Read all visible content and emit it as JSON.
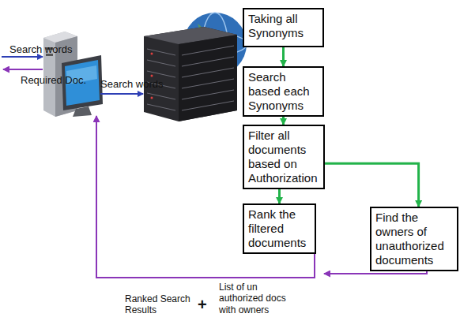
{
  "diagram": {
    "nodes": [
      {
        "text": [
          "Taking all Synonyms"
        ]
      },
      {
        "text": [
          "Search based each Synonyms"
        ]
      },
      {
        "text": [
          "Filter all documents based on Authorization"
        ]
      },
      {
        "text": [
          "Find the owners of unauthorized documents"
        ]
      },
      {
        "text": [
          "Rank the filtered documents"
        ]
      }
    ],
    "edges": [
      {
        "from": 0,
        "to": 1,
        "arrow": "to"
      },
      {
        "from": 1,
        "to": 2,
        "arrow": "to"
      },
      {
        "from": 2,
        "to": 3,
        "arrow": "to"
      },
      {
        "from": 2,
        "to": 4,
        "arrow": "to"
      }
    ],
    "labels": [
      "Search words",
      "Required Doc.",
      "Search words",
      "Ranked Search Results",
      "+",
      "List of un authorized docs with owners"
    ]
  }
}
